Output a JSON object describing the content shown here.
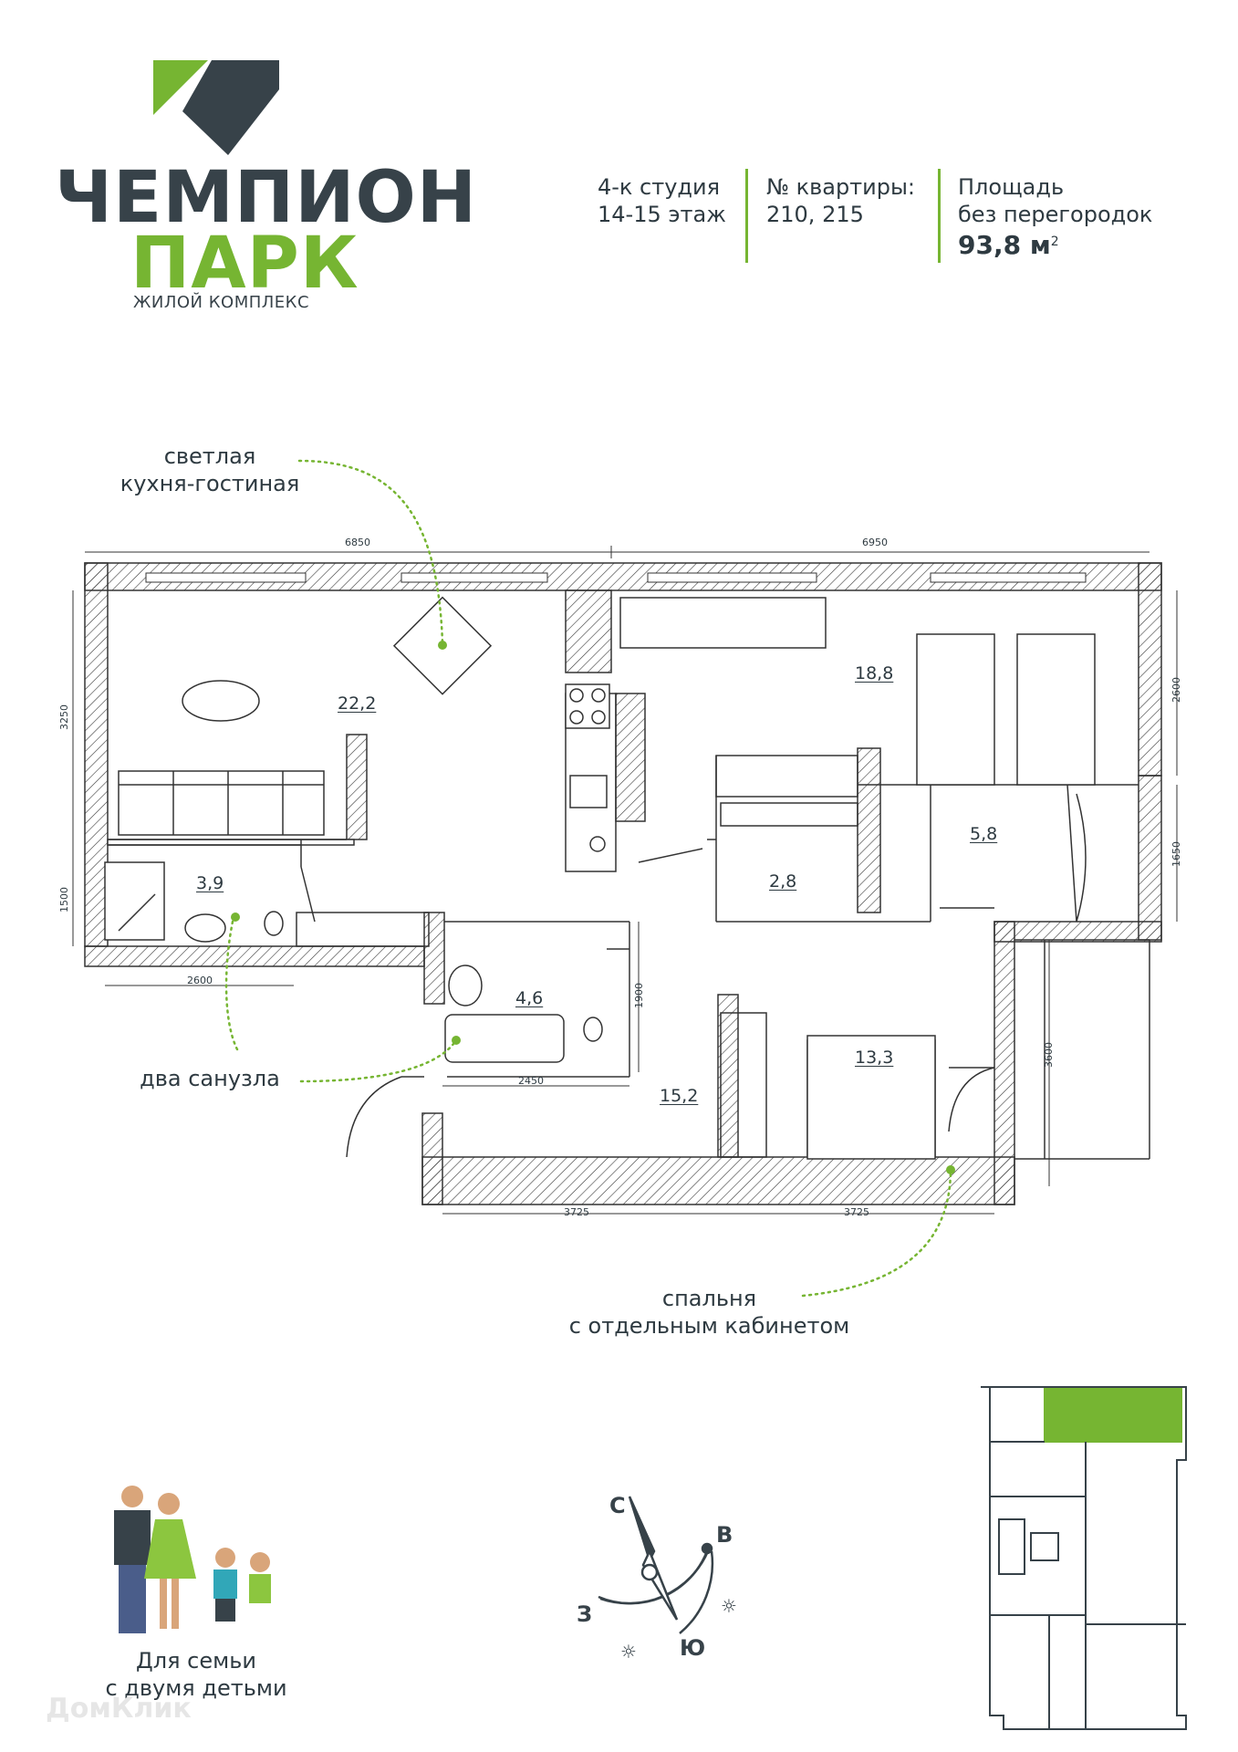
{
  "header": {
    "logo": {
      "word1": "ЧЕМПИОН",
      "word2": "ПАРК",
      "subtitle": "ЖИЛОЙ КОМПЛЕКС",
      "colors": {
        "green": "#76b532",
        "dark": "#374249"
      }
    },
    "apartment_type": "4-к студия",
    "floors": "14-15 этаж",
    "number_label": "№ квартиры:",
    "numbers": "210, 215",
    "area_label_1": "Площадь",
    "area_label_2": "без перегородок",
    "area_value": "93,8 м",
    "area_unit_sup": "2"
  },
  "callouts": {
    "kitchen_line1": "светлая",
    "kitchen_line2": "кухня-гостиная",
    "bathrooms": "два санузла",
    "bedroom_line1": "спальня",
    "bedroom_line2": "с отдельным кабинетом",
    "family_line1": "Для семьи",
    "family_line2": "с двумя детьми"
  },
  "rooms": {
    "living": "22,2",
    "kids": "18,8",
    "study": "5,8",
    "wardrobe": "2,8",
    "wc": "3,9",
    "bath": "4,6",
    "hall": "15,2",
    "bedroom": "13,3"
  },
  "dimensions": {
    "top_left": "6850",
    "top_right": "6950",
    "left_top": "3250",
    "left_bottom": "1500",
    "right_top": "2600",
    "right_mid": "1650",
    "right_bottom": "3600",
    "wc_width": "2600",
    "bath_width": "2450",
    "bath_height": "1900",
    "bottom_left": "3725",
    "bottom_right": "3725"
  },
  "compass": {
    "north": "С",
    "east": "В",
    "south": "Ю",
    "west": "З"
  },
  "watermark": "ДомКлик"
}
